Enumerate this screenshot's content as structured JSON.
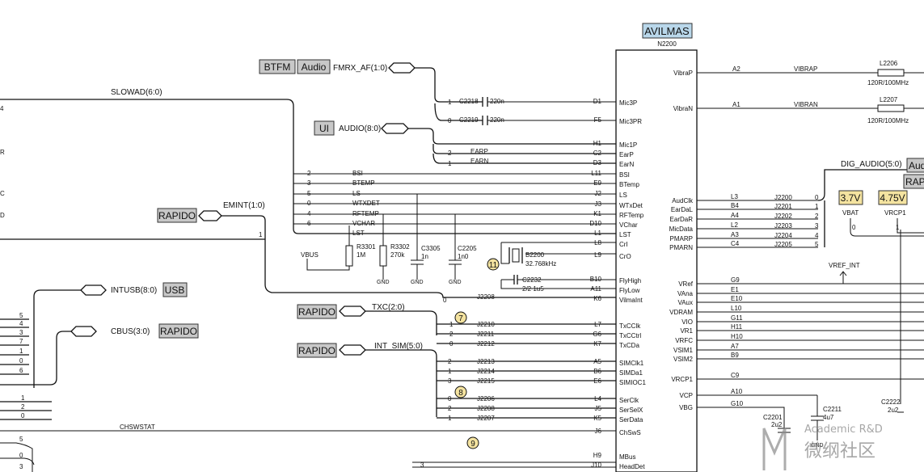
{
  "chip": {
    "name": "AVILMAS",
    "ref": "N2200",
    "tag_color": "#b9d7ea"
  },
  "tags": {
    "btfm": "BTFM",
    "audio": "Audio",
    "ui": "UI",
    "rapido1": "RAPIDO",
    "usb": "USB",
    "rapido2": "RAPIDO",
    "rapido3": "RAPIDO",
    "rapido4": "RAPIDO",
    "v37": "3.7V",
    "v475": "4.75V",
    "aud_cut": "Aud",
    "rap_cut": "RAP",
    "gray_color": "#c8c8c8",
    "yellow_color": "#f4e3a0"
  },
  "buses": {
    "fmrx": "FMRX_AF(1:0)",
    "slowad": "SLOWAD(6:0)",
    "audio": "AUDIO(8:0)",
    "emint": "EMINT(1:0)",
    "intusb": "INTUSB(8:0)",
    "cbus": "CBUS(3:0)",
    "txc": "TXC(2:0)",
    "intsim": "INT_SIM(5:0)",
    "chswstat": "CHSWSTAT",
    "digaudio": "DIG_AUDIO(5:0)"
  },
  "left_pins": [
    {
      "name": "Mic3P",
      "ball": "D1"
    },
    {
      "name": "Mic3PR",
      "ball": "F5"
    },
    {
      "name": "Mic1P",
      "ball": "H1"
    },
    {
      "name": "EarP",
      "ball": "C2"
    },
    {
      "name": "EarN",
      "ball": "D3"
    },
    {
      "name": "BSI",
      "ball": "L11"
    },
    {
      "name": "BTemp",
      "ball": "E9"
    },
    {
      "name": "LS",
      "ball": "J2"
    },
    {
      "name": "WTxDet",
      "ball": "J3"
    },
    {
      "name": "RFTemp",
      "ball": "K1"
    },
    {
      "name": "VChar",
      "ball": "D10"
    },
    {
      "name": "LST",
      "ball": "L1"
    },
    {
      "name": "CrI",
      "ball": "L8"
    },
    {
      "name": "CrO",
      "ball": "L9"
    },
    {
      "name": "FlyHigh",
      "ball": "B10"
    },
    {
      "name": "FlyLow",
      "ball": "A11"
    },
    {
      "name": "VilmaInt",
      "ball": "K6"
    },
    {
      "name": "TxCClk",
      "ball": "L7"
    },
    {
      "name": "TxCCtrl",
      "ball": "G6"
    },
    {
      "name": "TxCDa",
      "ball": "K7"
    },
    {
      "name": "SIMClk1",
      "ball": "A5"
    },
    {
      "name": "SIMDa1",
      "ball": "B6"
    },
    {
      "name": "SIMIOC1",
      "ball": "E6"
    },
    {
      "name": "SerClk",
      "ball": "L4"
    },
    {
      "name": "SerSelX",
      "ball": "J5"
    },
    {
      "name": "SerData",
      "ball": "K5"
    },
    {
      "name": "ChSwS",
      "ball": "J6"
    },
    {
      "name": "MBus",
      "ball": "H9"
    },
    {
      "name": "HeadDet",
      "ball": "J10"
    }
  ],
  "right_pins": [
    {
      "name": "VibraP",
      "ball": "A2",
      "net": "VIBRAP"
    },
    {
      "name": "VibraN",
      "ball": "A1",
      "net": "VIBRAN"
    },
    {
      "name": "AudClk",
      "ball": "L3"
    },
    {
      "name": "EarDaL",
      "ball": "B4"
    },
    {
      "name": "EarDaR",
      "ball": "A4"
    },
    {
      "name": "MicData",
      "ball": "L2"
    },
    {
      "name": "PMARP",
      "ball": "A3"
    },
    {
      "name": "PMARN",
      "ball": "C4"
    },
    {
      "name": "VRef",
      "ball": "G9"
    },
    {
      "name": "VAna",
      "ball": "E1"
    },
    {
      "name": "VAux",
      "ball": "E10"
    },
    {
      "name": "VDRAM",
      "ball": "L10"
    },
    {
      "name": "VIO",
      "ball": "G11"
    },
    {
      "name": "VR1",
      "ball": "H11"
    },
    {
      "name": "VRFC",
      "ball": "H10"
    },
    {
      "name": "VSIM1",
      "ball": "A7"
    },
    {
      "name": "VSIM2",
      "ball": "B9"
    },
    {
      "name": "VRCP1",
      "ball": "C9"
    },
    {
      "name": "VCP",
      "ball": "A10"
    },
    {
      "name": "VBG",
      "ball": "G10"
    }
  ],
  "nets": {
    "earp": "EARP",
    "earn": "EARN",
    "bsi": "BSI",
    "btemp": "BTEMP",
    "ls": "LS",
    "wtxdet": "WTXDET",
    "rftemp": "RFTEMP",
    "vchar": "VCHAR",
    "lst": "LST",
    "vbus": "VBUS",
    "vref_int": "VREF_INT",
    "vbat": "VBAT",
    "vrcp1": "VRCP1",
    "gnd": "GND"
  },
  "components": {
    "c2218": "C2218",
    "c2218_val": "220n",
    "c2219": "C2219",
    "c2219_val": "220n",
    "r3301": "R3301",
    "r3301_val": "1M",
    "r3302": "R3302",
    "r3302_val": "270k",
    "c3305": "C3305",
    "c3305_val": "1n",
    "c2205": "C2205",
    "c2205_val": "1n0",
    "b2200": "B2200",
    "b2200_val": "32.768kHz",
    "c2232": "C2232",
    "c2232_val": "2/2 1u5",
    "j2208": "J2208",
    "j2210": "J2210",
    "j2211": "J2211",
    "j2212": "J2212",
    "j2213": "J2213",
    "j2214": "J2214",
    "j2215": "J2215",
    "j2206": "J2206",
    "j2209": "J2208",
    "j2207": "J2207",
    "l2206": "L2206",
    "l2206_val": "120R/100MHz",
    "l2207": "L2207",
    "l2207_val": "120R/100MHz",
    "j2200": "J2200",
    "j2201": "J2201",
    "j2202": "J2202",
    "j2203": "J2203",
    "j2204": "J2204",
    "j2205": "J2205",
    "c2201": "C2201",
    "c2201_val": "2u2",
    "c2211": "C2211",
    "c2211_val": "4u7",
    "c2222": "C2222",
    "c2222_val": "2u2"
  },
  "markers": {
    "m11": "11",
    "m7": "7",
    "m8": "8",
    "m9": "9"
  },
  "bus_indices": {
    "fmrx": [
      "1",
      "0"
    ],
    "audio": [
      "2",
      "1"
    ],
    "slowad": [
      "2",
      "3",
      "5",
      "0",
      "4",
      "6"
    ],
    "emint": "1",
    "vilma_idx": "0",
    "txc": [
      "1",
      "2",
      "0"
    ],
    "intsim": [
      "2",
      "1",
      "3"
    ],
    "serial": [
      "0",
      "2",
      "1"
    ],
    "dig": [
      "0",
      "1",
      "2",
      "3",
      "4",
      "5"
    ],
    "intusb_left": [
      "5",
      "4",
      "3",
      "7",
      "1",
      "0",
      "6"
    ],
    "cbus_left": [
      "1",
      "2",
      "0"
    ],
    "chsw_left": [
      "5",
      "0",
      "3"
    ],
    "headdet": "3",
    "slowad_far_left": "4",
    "vbat_idx": "0",
    "vrcp1_idx": "1"
  },
  "edge_fragments": {
    "r": "R",
    "c": "C",
    "d": "D"
  },
  "watermark": {
    "line1": "Academic R&D",
    "line2": "微纲社区"
  }
}
